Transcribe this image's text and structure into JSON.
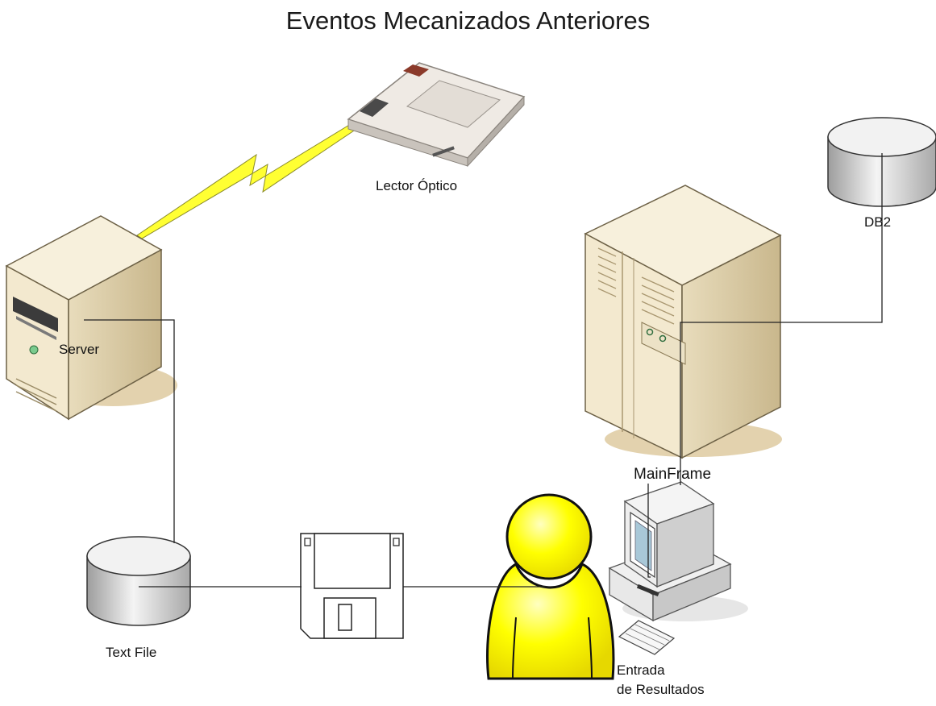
{
  "title": "Eventos Mecanizados Anteriores",
  "nodes": {
    "lector": "Lector Óptico",
    "db2": "DB2",
    "server": "Server",
    "mainframe": "MainFrame",
    "text_file": "Text File",
    "entrada_line1": "Entrada",
    "entrada_line2": "de Resultados"
  },
  "colors": {
    "beige": "#f3e9cf",
    "beige_dark": "#d9c8a0",
    "shadow": "#e3d2ae",
    "disk": "#d8d8d8",
    "user": "#ffff00",
    "lightning": "#ffff33"
  }
}
